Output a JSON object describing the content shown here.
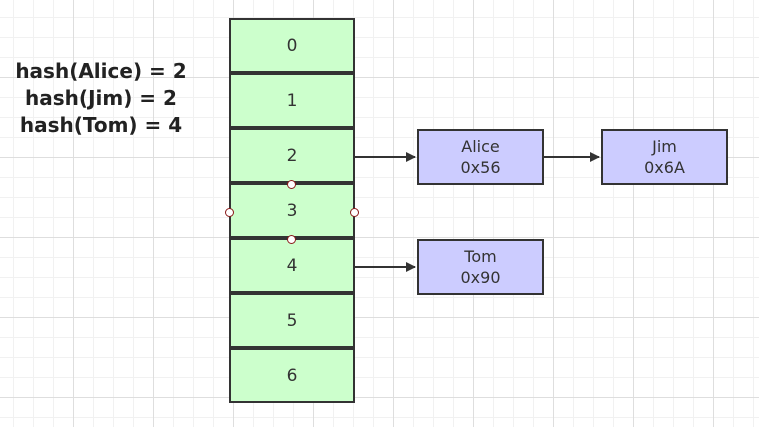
{
  "hash_lines": [
    "hash(Alice) = 2",
    "hash(Jim) = 2",
    "hash(Tom) = 4"
  ],
  "buckets": [
    "0",
    "1",
    "2",
    "3",
    "4",
    "5",
    "6"
  ],
  "nodes": {
    "alice": {
      "name": "Alice",
      "addr": "0x56"
    },
    "jim": {
      "name": "Jim",
      "addr": "0x6A"
    },
    "tom": {
      "name": "Tom",
      "addr": "0x90"
    }
  },
  "colors": {
    "bucket_fill": "#ccffcc",
    "node_fill": "#ccccff",
    "stroke": "#333333",
    "handle": "#8b1a1a"
  }
}
